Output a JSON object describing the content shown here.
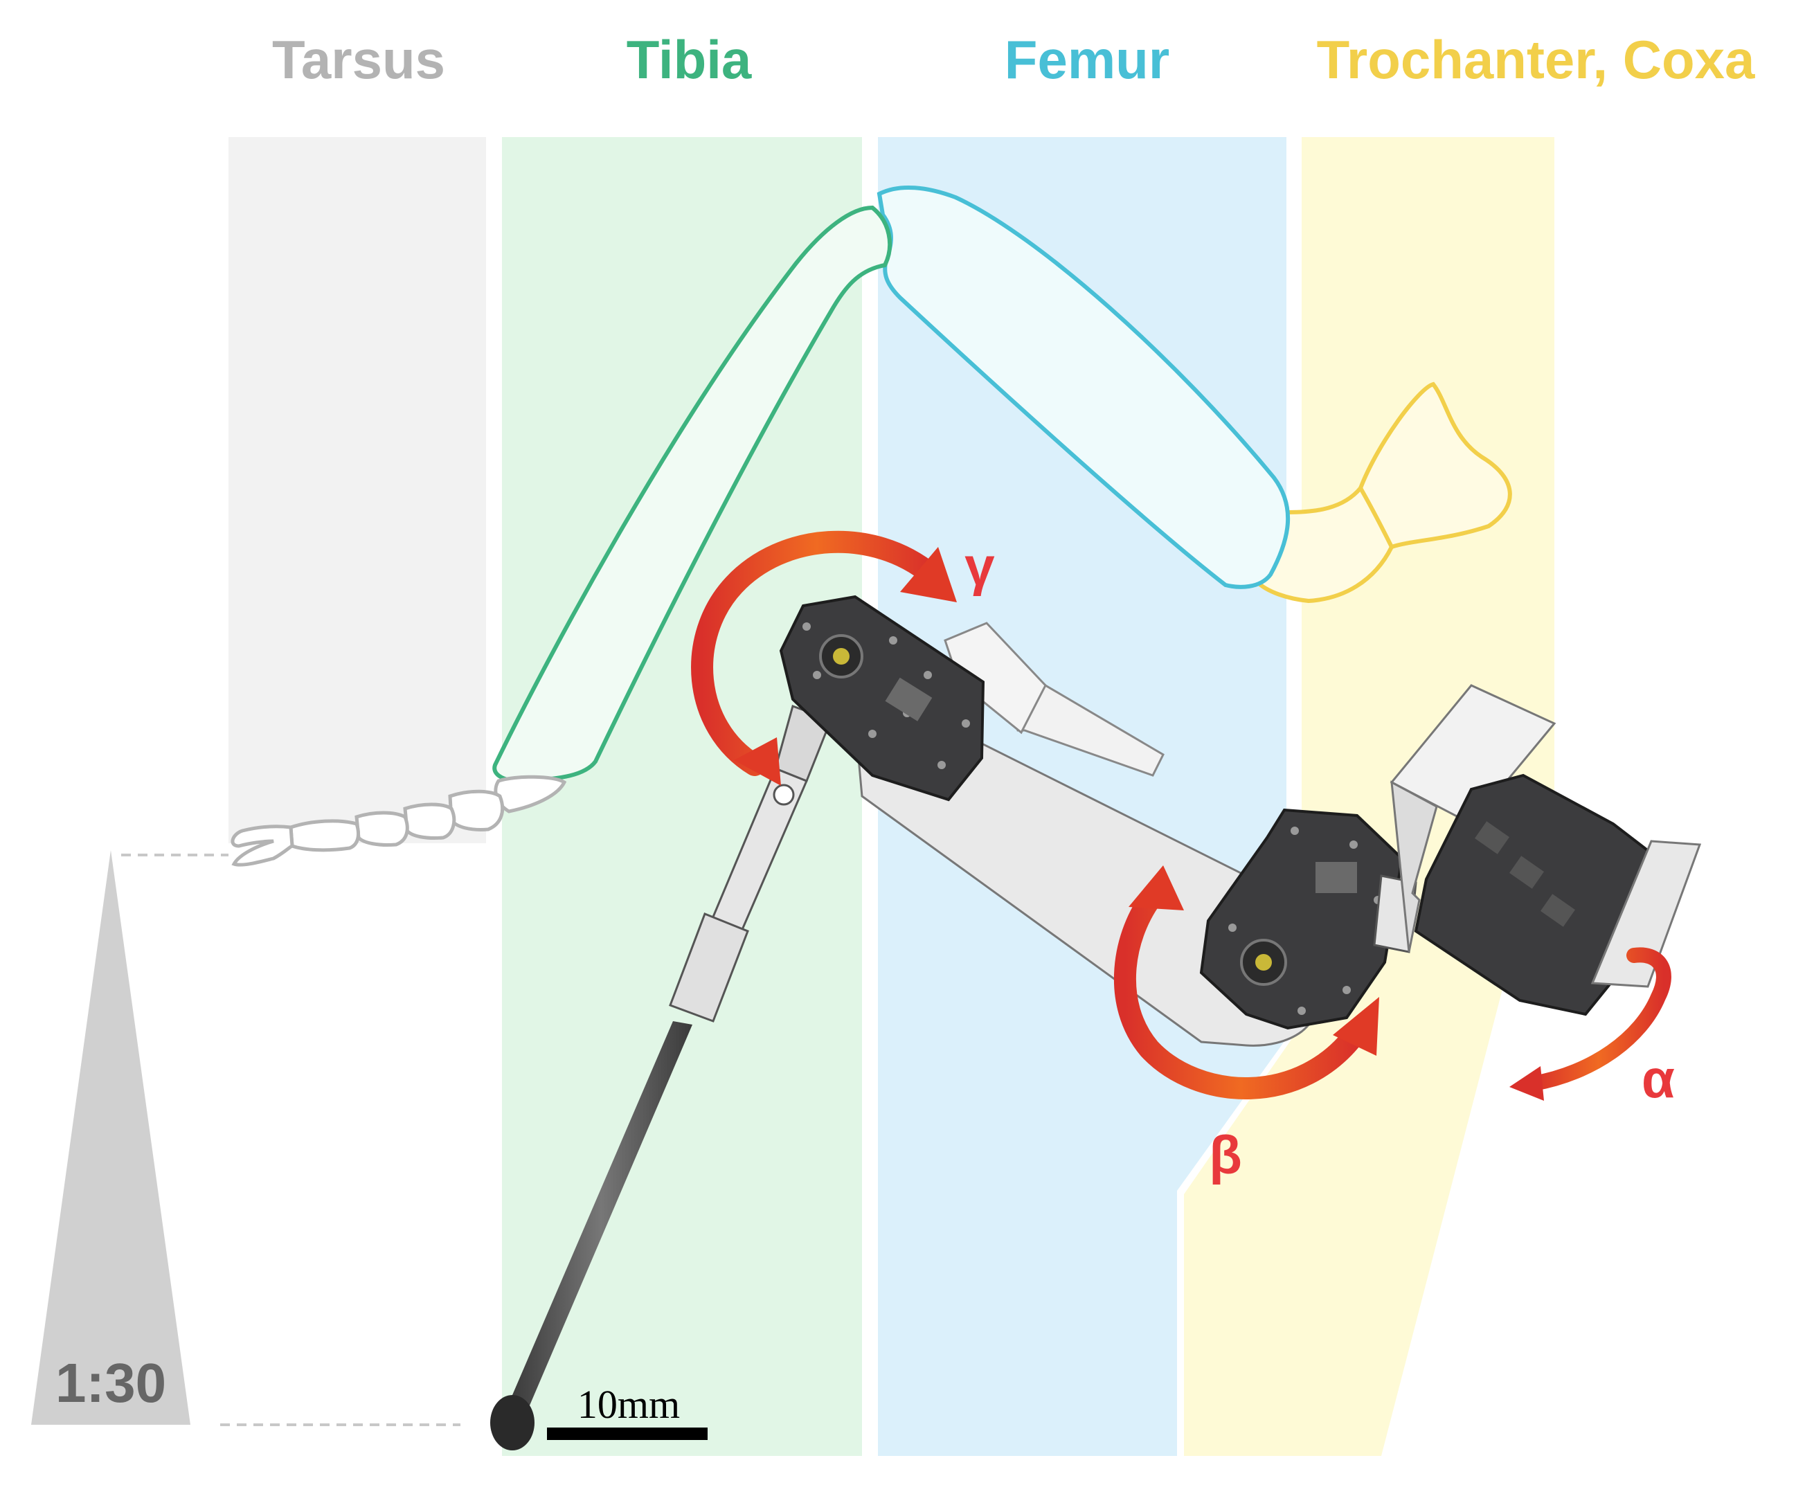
{
  "segments": [
    {
      "key": "tarsus",
      "title": "Tarsus",
      "color": "#b3b3b3",
      "band": "#f2f2f2"
    },
    {
      "key": "tibia",
      "title": "Tibia",
      "color": "#3db37f",
      "band": "#e1f6e6"
    },
    {
      "key": "femur",
      "title": "Femur",
      "color": "#48bfd6",
      "band": "#dbf0fb"
    },
    {
      "key": "trochanter_coxa",
      "title": "Trochanter, Coxa",
      "color": "#f2cf4a",
      "band": "#fefad6"
    }
  ],
  "joints": [
    {
      "key": "gamma",
      "symbol": "γ",
      "color": "#e8393c"
    },
    {
      "key": "beta",
      "symbol": "β",
      "color": "#e8393c"
    },
    {
      "key": "alpha",
      "symbol": "α",
      "color": "#e8393c"
    }
  ],
  "scale_ratio": "1:30",
  "scale_bar_label": "10mm",
  "colors": {
    "arrow_dark": "#d9302a",
    "arrow_light": "#f06a22",
    "servo": "#3c3c3e",
    "bracket": "#e6e6e6",
    "rod": "#555555",
    "ratio_triangle": "#d0d0d0",
    "ratio_text": "#666666"
  }
}
